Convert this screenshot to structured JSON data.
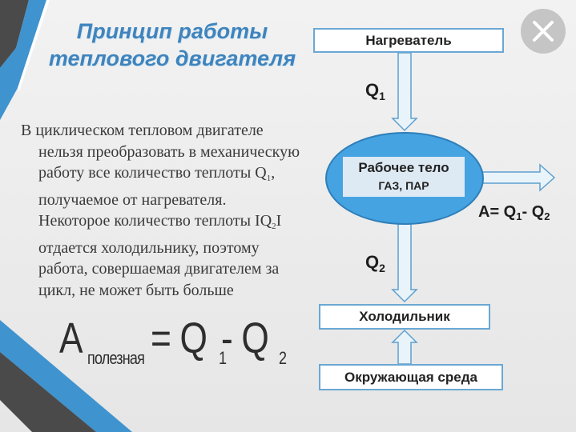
{
  "title": {
    "line1": "Принцип работы",
    "line2": "теплового двигателя"
  },
  "body": {
    "line1": "В циклическом тепловом двигателе",
    "line2": "нельзя преобразовать в механическую",
    "line3_pre": "работу все количество теплоты Q",
    "line3_sub": "1",
    "line3_post": ",",
    "line4": "получаемое от нагревателя.",
    "line5_pre": "Некоторое количество теплоты IQ",
    "line5_sub": "2",
    "line5_post": "I",
    "line6": "отдается холодильнику, поэтому",
    "line7": "работа, совершаемая двигателем за",
    "line8": "цикл, не может быть больше"
  },
  "formula": {
    "a": "A",
    "a_sub": "полезная",
    "eq_q": " = Q",
    "q1_sub": "1",
    "minus_q": "- Q",
    "q2_sub": "2"
  },
  "diagram": {
    "heater": "Нагреватель",
    "q1": "Q",
    "q1_sub": "1",
    "working_body": "Рабочее тело",
    "working_body_sub": "ГАЗ, ПАР",
    "work_a": "A= Q",
    "work_sub1": "1",
    "work_minus": "- Q",
    "work_sub2": "2",
    "q2": "Q",
    "q2_sub": "2",
    "cooler": "Холодильник",
    "environment": "Окружающая среда"
  },
  "colors": {
    "title": "#3f84bd",
    "ellipse_fill": "#45a3e2",
    "box_border": "#6aa8d4",
    "stripe_blue": "#3f93cf",
    "stripe_dark": "#4a4a4a"
  },
  "icons": {
    "close": "close-icon"
  }
}
